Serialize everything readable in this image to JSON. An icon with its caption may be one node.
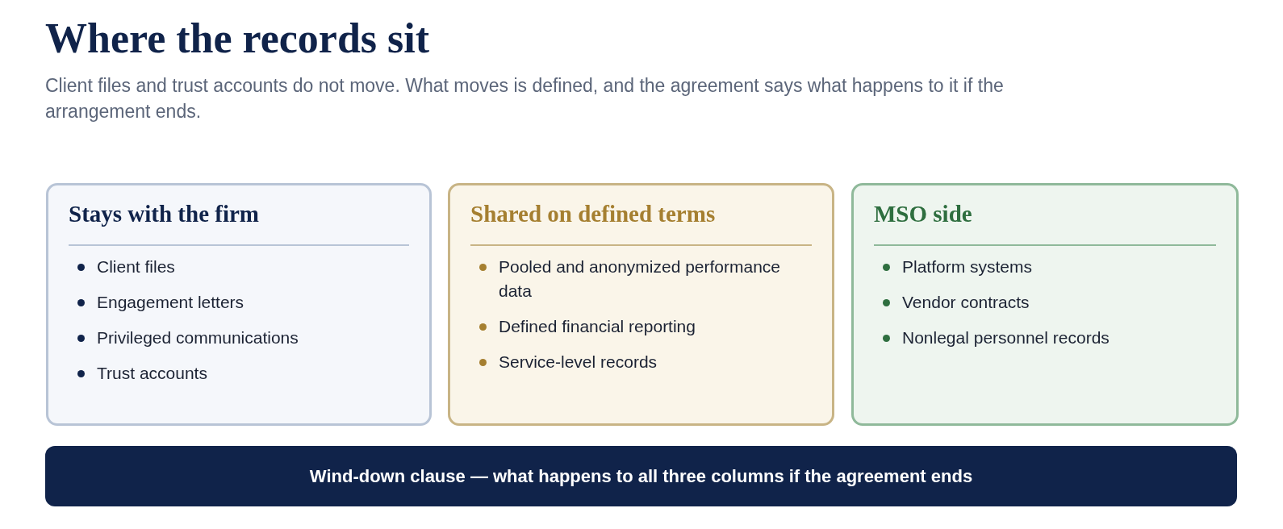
{
  "diagram": {
    "title": "Where the records sit",
    "nodes": [
      {
        "text": [
          "Stays with the firm",
          "Client files",
          "Engagement letters",
          "Privileged communications",
          "Trust accounts"
        ]
      },
      {
        "text": [
          "Shared on defined terms",
          "Pooled and anonymized performance data",
          "Defined financial reporting",
          "Service-level records"
        ]
      },
      {
        "text": [
          "MSO side",
          "Platform systems",
          "Vendor contracts",
          "Nonlegal personnel records"
        ]
      },
      {
        "text": [
          "Wind-down clause — what happens to all three columns if the agreement ends"
        ]
      }
    ],
    "labels": [
      "Client files and trust accounts do not move. What moves is defined, and the agreement says what happens to it if the arrangement ends."
    ]
  }
}
